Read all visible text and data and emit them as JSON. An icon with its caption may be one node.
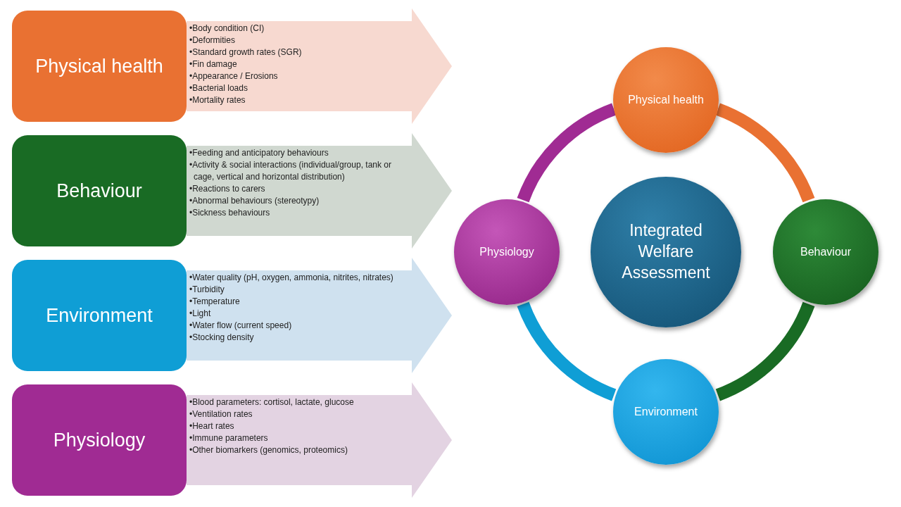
{
  "diagram": {
    "nodes": [
      {
        "text": [
          "Physical health"
        ]
      },
      {
        "text": [
          "•Body condition (CI)",
          "•Deformities",
          "•Standard growth rates (SGR)",
          "•Fin damage",
          "•Appearance / Erosions",
          "•Bacterial loads",
          "•Mortality rates"
        ]
      },
      {
        "text": [
          "Behaviour"
        ]
      },
      {
        "text": [
          "•Feeding and anticipatory behaviours",
          "•Activity & social interactions (individual/group, tank or cage, vertical and horizontal distribution)",
          "•Reactions to carers",
          "•Abnormal behaviours (stereotypy)",
          "•Sickness behaviours"
        ]
      },
      {
        "text": [
          "Environment"
        ]
      },
      {
        "text": [
          "•Water quality (pH, oxygen, ammonia, nitrites, nitrates)",
          "•Turbidity",
          "•Temperature",
          "•Light",
          "•Water flow (current speed)",
          "•Stocking density"
        ]
      },
      {
        "text": [
          "Physiology"
        ]
      },
      {
        "text": [
          "•Blood parameters: cortisol, lactate, glucose",
          "•Ventilation rates",
          "•Heart rates",
          "•Immune parameters",
          "•Other biomarkers (genomics, proteomics)"
        ]
      },
      {
        "text": [
          "Physical health"
        ]
      },
      {
        "text": [
          "Physiology"
        ]
      },
      {
        "text": [
          "Integrated Welfare Assessment"
        ]
      },
      {
        "text": [
          "Behaviour"
        ]
      },
      {
        "text": [
          "Environment"
        ]
      }
    ],
    "edges": [
      {
        "from": 8,
        "to": 11,
        "arrow": "none",
        "color": "#e97132"
      },
      {
        "from": 11,
        "to": 12,
        "arrow": "none",
        "color": "#196b24"
      },
      {
        "from": 12,
        "to": 9,
        "arrow": "none",
        "color": "#0f9ed5"
      },
      {
        "from": 9,
        "to": 8,
        "arrow": "none",
        "color": "#a02b93"
      }
    ]
  }
}
